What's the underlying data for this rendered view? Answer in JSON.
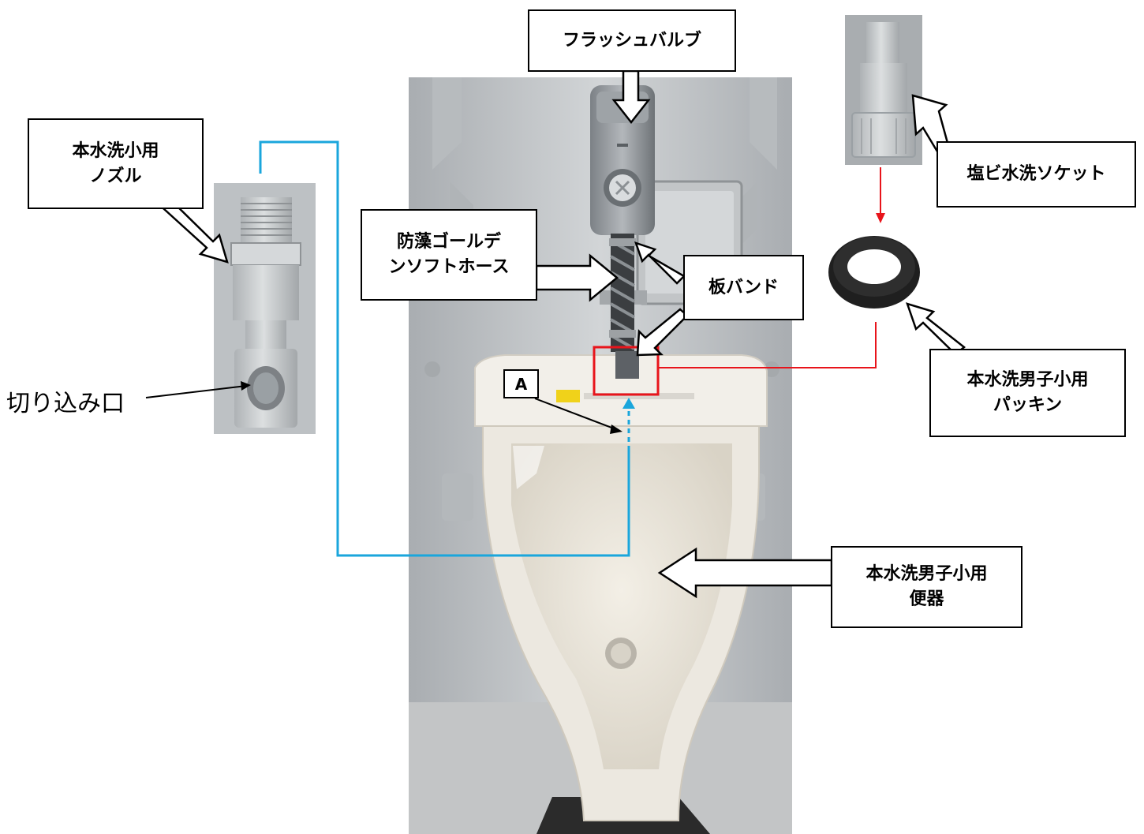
{
  "labels": {
    "flush_valve": "フラッシュバルブ",
    "nozzle": "本水洗小用\nノズル",
    "hose": "防藻ゴールデ\nンソフトホース",
    "band": "板バンド",
    "socket": "塩ビ水洗ソケット",
    "packing": "本水洗男子小用\nパッキン",
    "urinal": "本水洗男子小用\n便器",
    "cut_opening": "切り込み口",
    "marker_a": "A"
  },
  "colors": {
    "connector_blue": "#1aa6dc",
    "highlight_red": "#e8141b",
    "box_border": "#000000",
    "wall": "#c9ccce",
    "ceramic": "#eeebe4",
    "pvc_gray": "#c6c9cb"
  }
}
